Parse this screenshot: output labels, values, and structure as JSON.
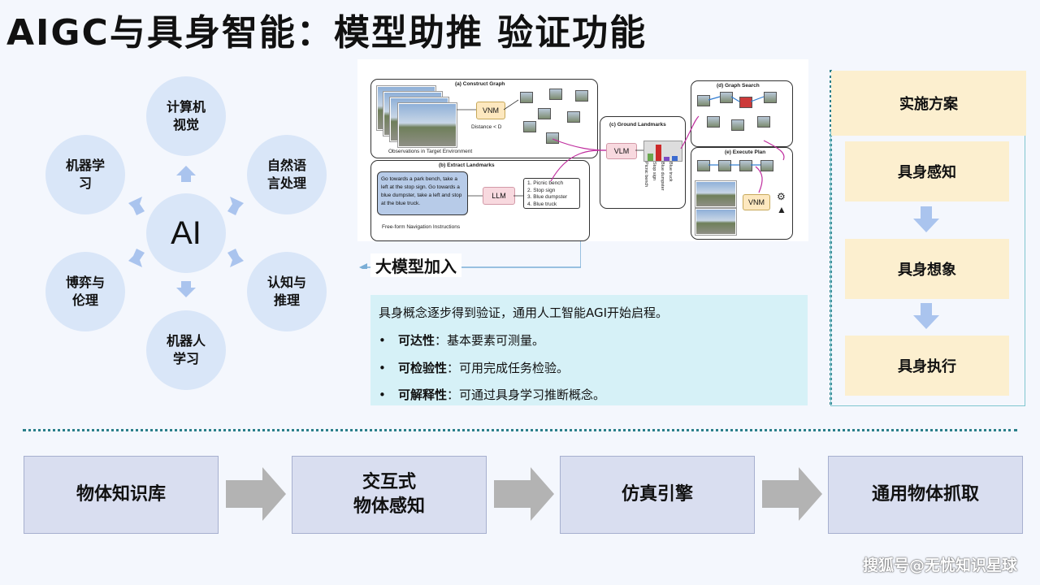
{
  "title": "AIGC与具身智能：模型助推 验证功能",
  "wheel": {
    "center": "AI",
    "nodes": {
      "top": "计算机视觉",
      "top_right": "自然语言处理",
      "right": "认知与推理",
      "bottom": "机器人学习",
      "left": "博弈与伦理",
      "top_left": "机器学习"
    }
  },
  "figure": {
    "construct_graph": "(a) Construct Graph",
    "vnm": "VNM",
    "distance": "Distance < D",
    "observations": "Observations in Target Environment",
    "extract_landmarks": "(b) Extract Landmarks",
    "instruction": "Go towards a park bench, take a left at the stop sign. Go towards a blue dumpster, take a left and stop at the blue truck.",
    "llm": "LLM",
    "landmarks": [
      "1. Picnic bench",
      "2. Stop sign",
      "3. Blue dumpster",
      "4. Blue truck"
    ],
    "free_form": "Free-form Navigation Instructions",
    "ground_landmarks": "(c) Ground Landmarks",
    "vlm": "VLM",
    "bar_labels": [
      "Picnic bench",
      "Stop sign",
      "Blue dumpster",
      "Blue truck"
    ],
    "graph_search": "(d) Graph Search",
    "execute_plan": "(e) Execute Plan",
    "vnm2": "VNM"
  },
  "big_model_label": "大模型加入",
  "info": {
    "intro": "具身概念逐步得到验证，通用人工智能AGI开始启程。",
    "bullets": [
      {
        "key": "可达性",
        "text": "：基本要素可测量。"
      },
      {
        "key": "可检验性",
        "text": "：可用完成任务检验。"
      },
      {
        "key": "可解释性",
        "text": "：可通过具身学习推断概念。"
      }
    ]
  },
  "plan": {
    "header": "实施方案",
    "steps": [
      "具身感知",
      "具身想象",
      "具身执行"
    ]
  },
  "flow": [
    "物体知识库",
    "交互式\n物体感知",
    "仿真引擎",
    "通用物体抓取"
  ],
  "watermark": "搜狐号@无忧知识星球",
  "colors": {
    "circle": "#d9e6f8",
    "arrow_blue": "#aac4ee",
    "info_bg": "#d6f1f7",
    "plan_bg": "#fcefcf",
    "flow_bg": "#d9def0",
    "separator": "#2a7f8a"
  }
}
